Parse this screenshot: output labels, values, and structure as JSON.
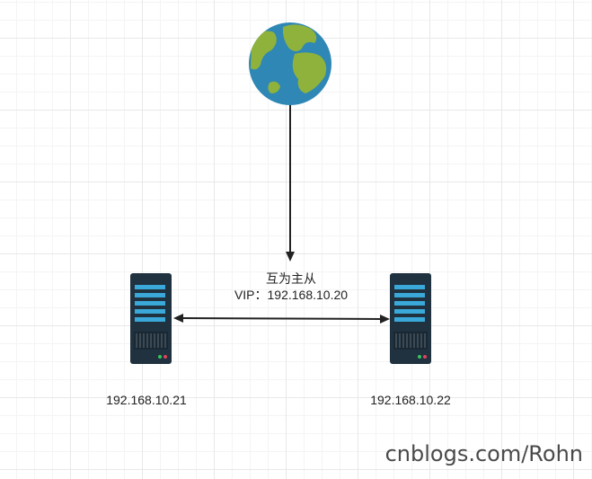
{
  "diagram": {
    "nodes": [
      {
        "id": "internet",
        "icon": "globe-icon"
      },
      {
        "id": "server-left",
        "icon": "server-icon",
        "label": "192.168.10.21"
      },
      {
        "id": "server-right",
        "icon": "server-icon",
        "label": "192.168.10.22"
      }
    ],
    "edges": [
      {
        "from": "internet",
        "to": "vip",
        "direction": "forward"
      },
      {
        "from": "server-left",
        "to": "server-right",
        "direction": "both"
      }
    ],
    "relation_label": "互为主从",
    "vip_label": "VIP：192.168.10.20"
  },
  "watermark": "cnblogs.com/Rohn",
  "colors": {
    "ocean": "#2e87b5",
    "land": "#8fb23c",
    "server_body": "#20313f",
    "server_bar": "#3aa8d8",
    "arrow": "#222222",
    "led_green": "#34c759",
    "led_red": "#e0445a"
  }
}
